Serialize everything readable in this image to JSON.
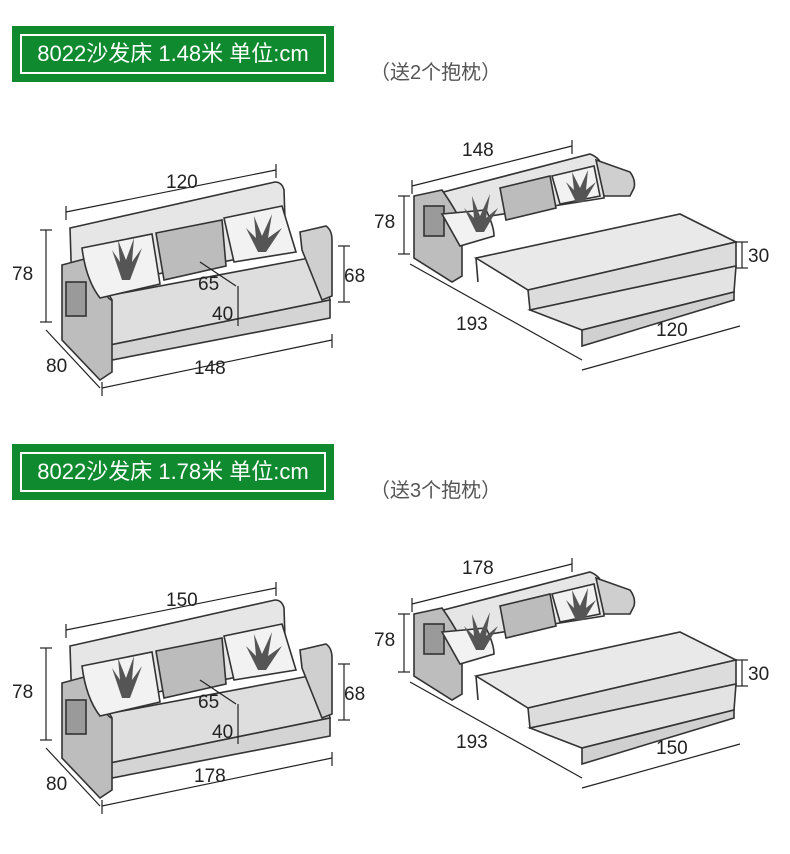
{
  "sections": [
    {
      "title": "8022沙发床 1.48米 单位:cm",
      "pillow_note": "（送2个抱枕）",
      "sofa": {
        "width": "120",
        "height": "78",
        "depth": "80",
        "arm_height": "68",
        "length": "148",
        "seat_depth": "65",
        "seat_height": "40"
      },
      "bed": {
        "width": "148",
        "height": "78",
        "length": "193",
        "mattress_width": "120",
        "thickness": "30"
      }
    },
    {
      "title": "8022沙发床 1.78米 单位:cm",
      "pillow_note": "（送3个抱枕）",
      "sofa": {
        "width": "150",
        "height": "78",
        "depth": "80",
        "arm_height": "68",
        "length": "178",
        "seat_depth": "65",
        "seat_height": "40"
      },
      "bed": {
        "width": "178",
        "height": "78",
        "length": "193",
        "mattress_width": "150",
        "thickness": "30"
      }
    }
  ],
  "colors": {
    "badge": "#0f8a2f",
    "sofa_fill": "#e8e8e8",
    "sofa_stroke": "#333333",
    "leaf": "#555555"
  },
  "icons": {
    "pillow_left": "cannabis-leaf-icon",
    "pillow_right": "cannabis-leaf-icon",
    "pocket": "side-pocket-icon"
  }
}
